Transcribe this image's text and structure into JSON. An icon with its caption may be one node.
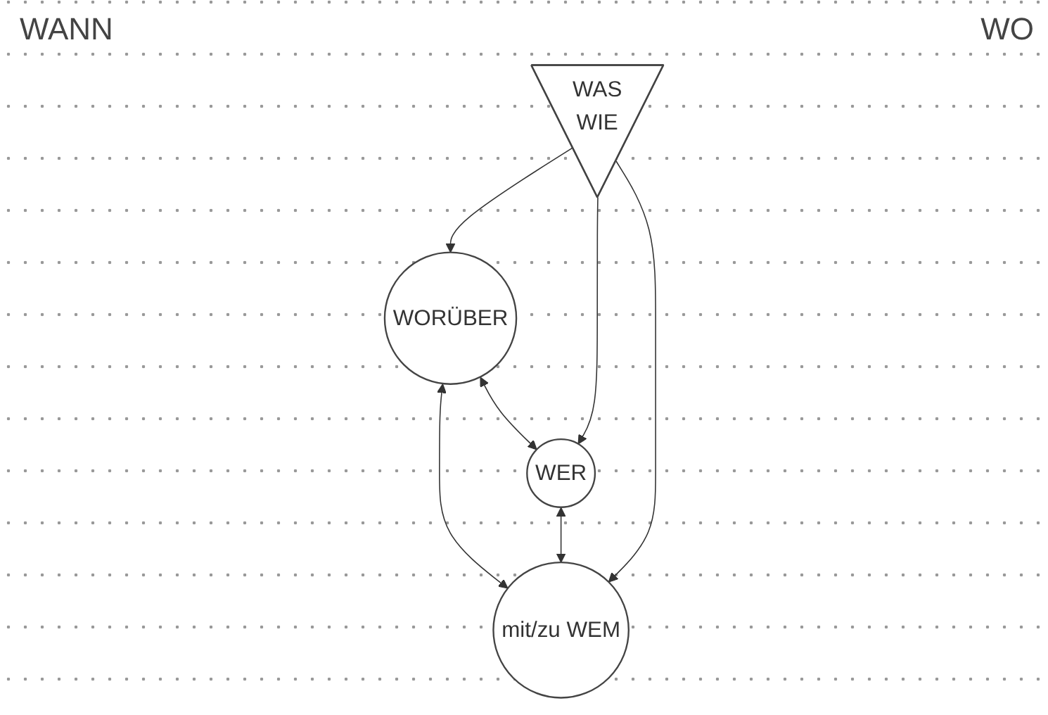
{
  "diagram": {
    "nodes": [
      {
        "text": [
          "WORÜBER"
        ]
      },
      {
        "text": [
          "WAS",
          "WIE"
        ]
      },
      {
        "text": [
          "WER"
        ]
      },
      {
        "text": [
          "mit/zu WEM"
        ]
      }
    ],
    "edges": [
      {
        "from": 0,
        "to": 2,
        "arrow": "both"
      },
      {
        "from": 0,
        "to": 3,
        "arrow": "both"
      },
      {
        "from": 2,
        "to": 3,
        "arrow": "both"
      },
      {
        "from": 1,
        "to": 0,
        "arrow": "to"
      },
      {
        "from": 1,
        "to": 2,
        "arrow": "to"
      },
      {
        "from": 1,
        "to": 3,
        "arrow": "to"
      }
    ],
    "labels": [
      "WANN",
      "WO"
    ]
  }
}
